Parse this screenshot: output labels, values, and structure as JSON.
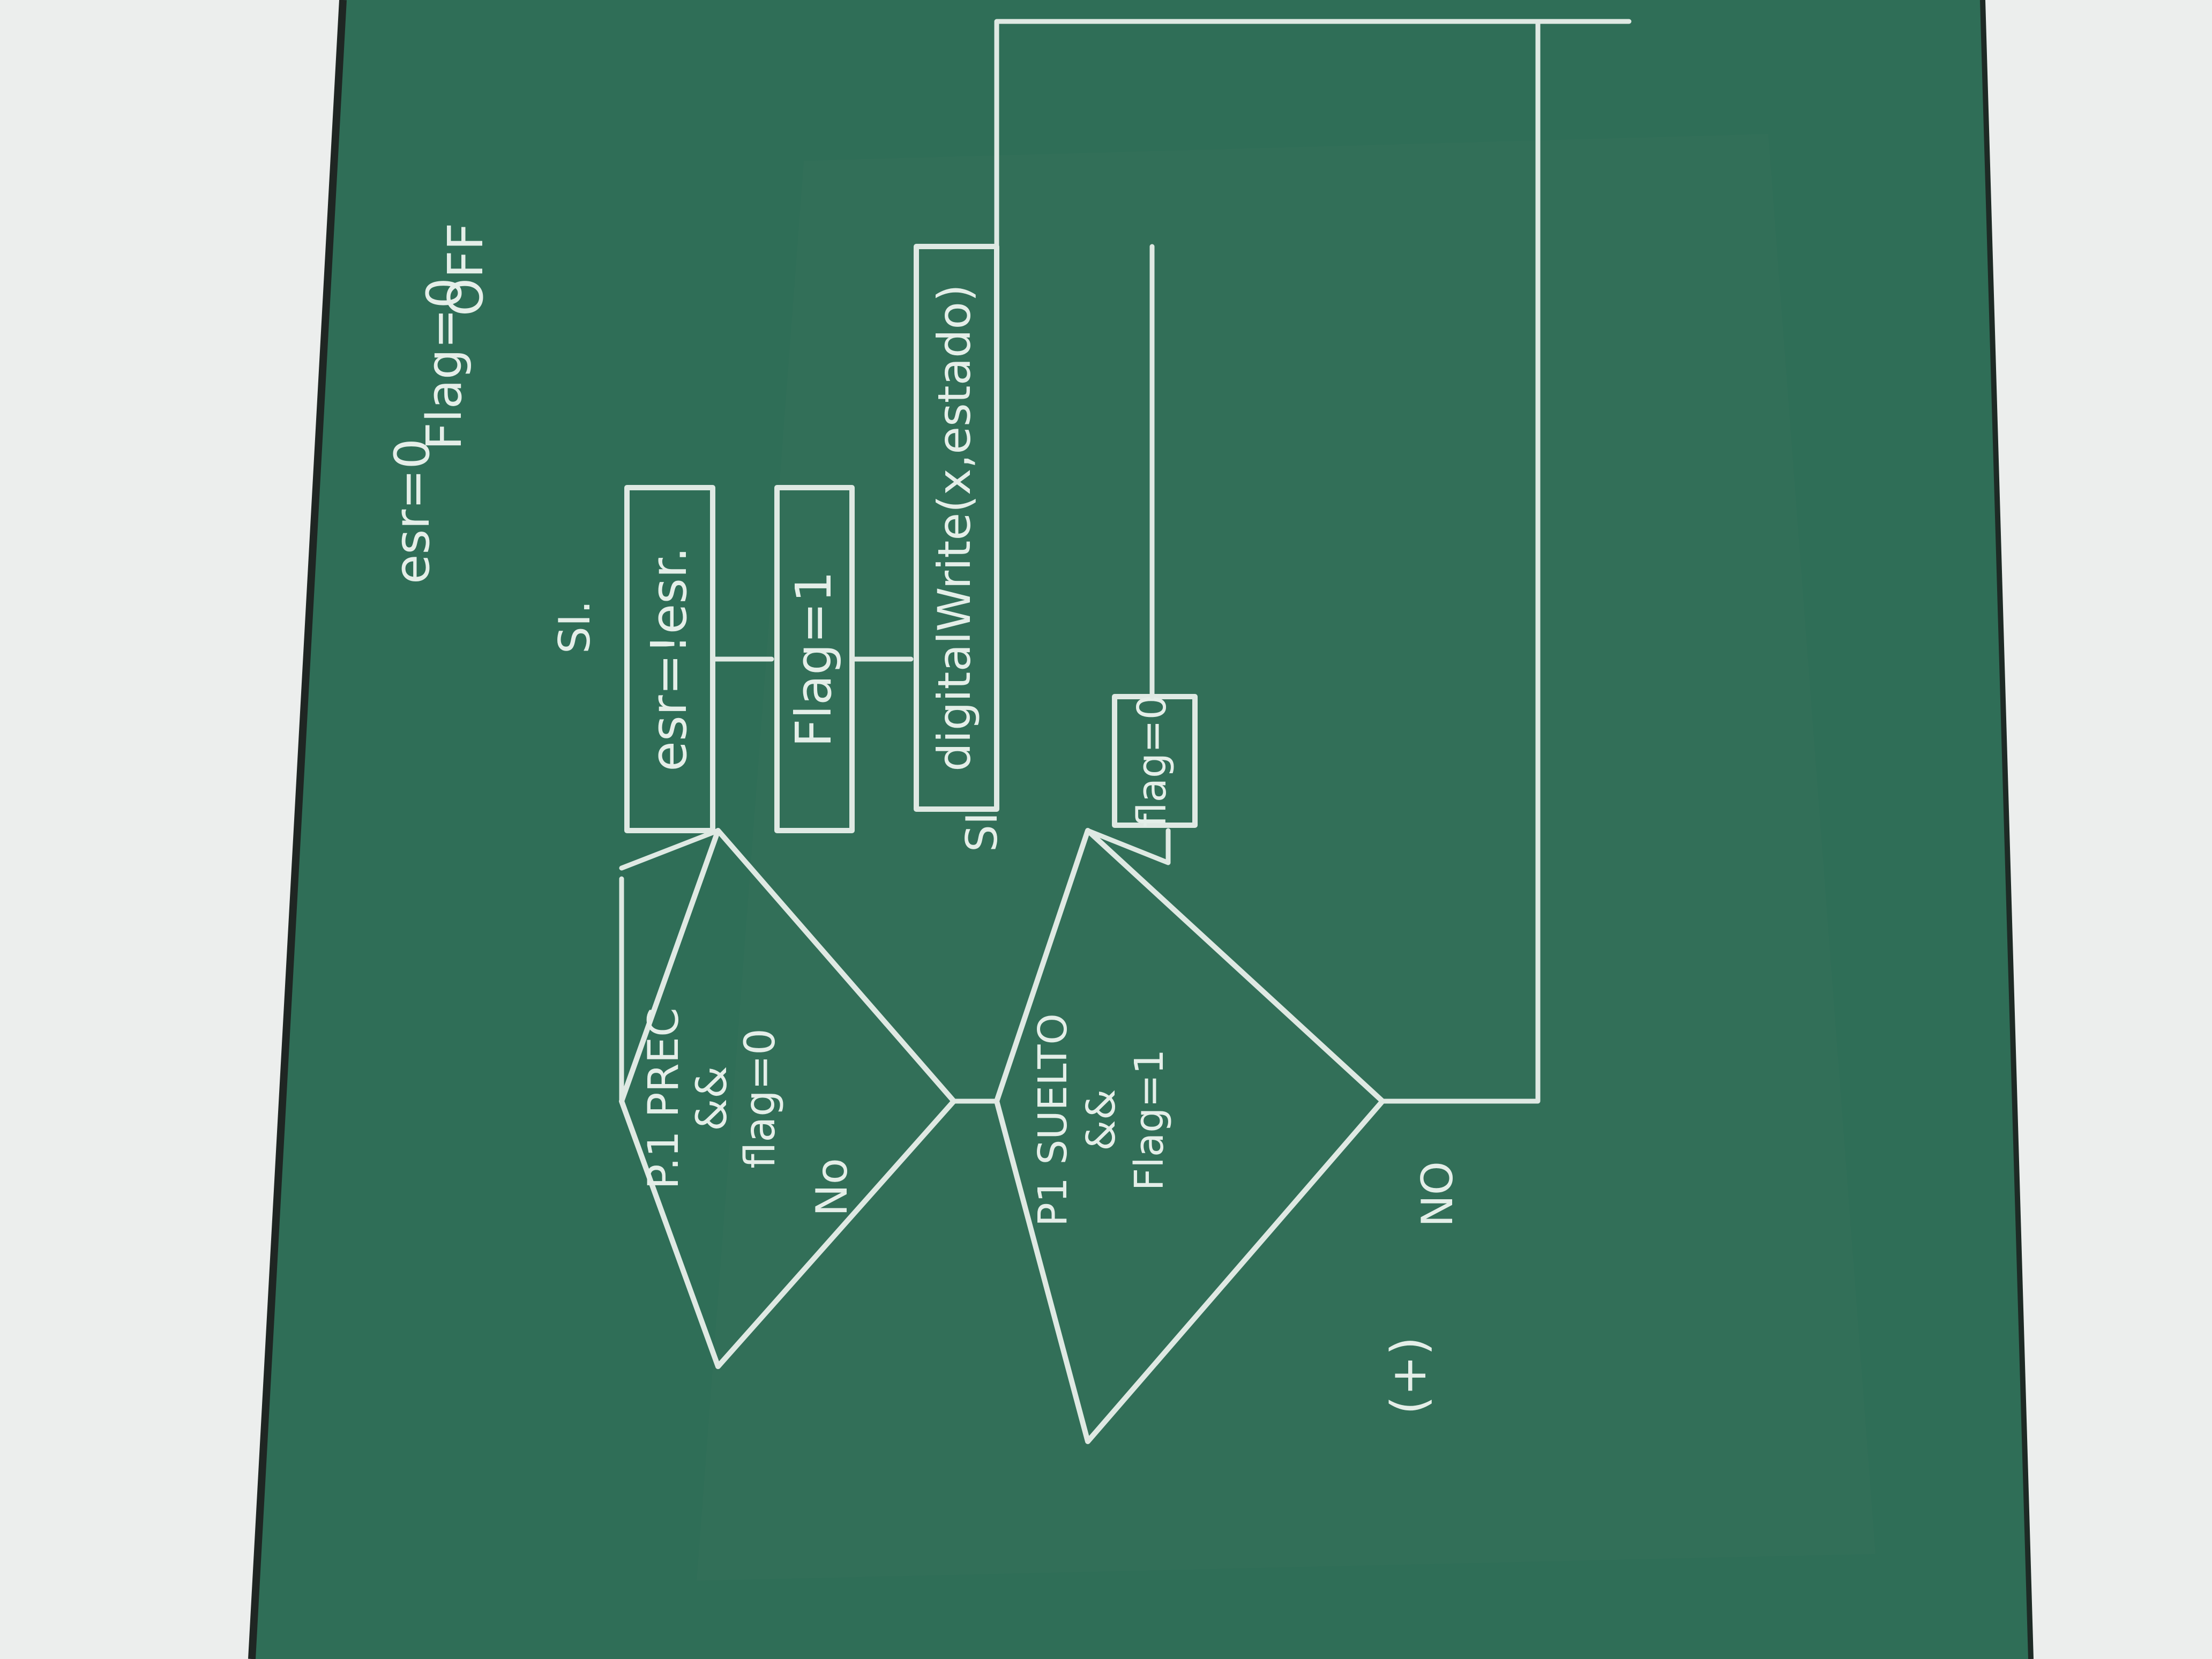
{
  "colors": {
    "wall": "#eceeed",
    "board": "#2f6e57",
    "board_edge": "#1f2623",
    "chalk": "#e4eee8"
  },
  "rotation_note_visible": false,
  "diagram": {
    "decision1": {
      "lines": [
        "P.1 PREC",
        "&&",
        "flag=0"
      ]
    },
    "decision1_yes": "SI.",
    "decision1_no": "No",
    "process1": "esr=!esr.",
    "process2": "Flag=1",
    "process3": "digitalWrite(x,estado)",
    "decision2": {
      "lines": [
        "P1 SUELTO",
        "&&",
        "Flag=1"
      ]
    },
    "decision2_yes": "SI",
    "decision2_no": "NO",
    "process4": "flag=0",
    "init": [
      "esr=0",
      "Flag=0",
      "OFF"
    ],
    "footnote": "(+)"
  }
}
